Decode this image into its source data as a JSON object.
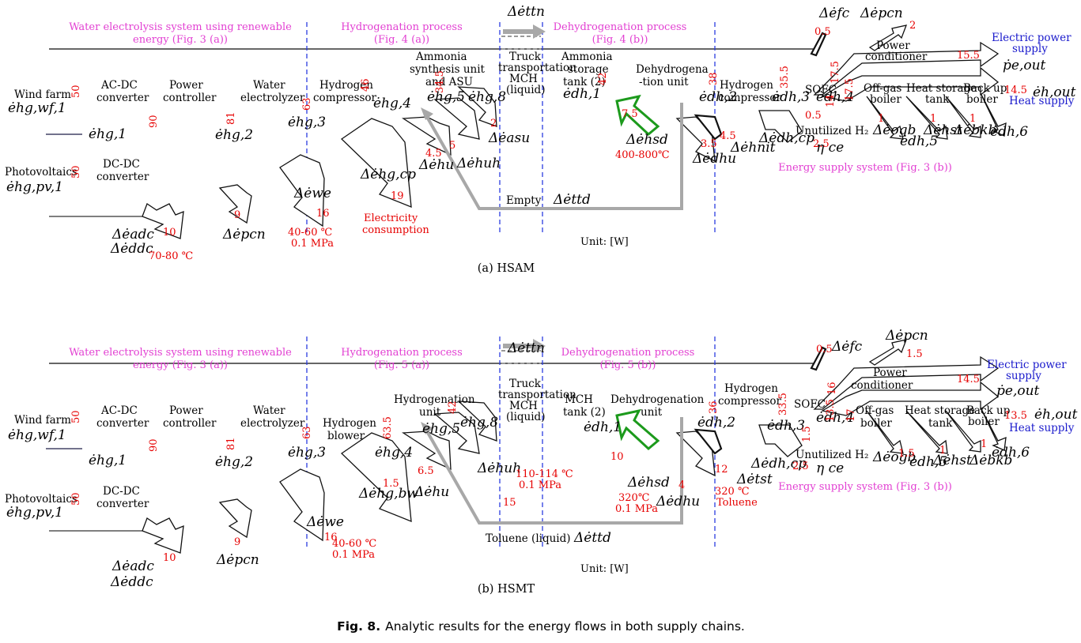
{
  "caption": {
    "fig_label": "Fig. 8.",
    "text": "Analytic results for the energy flows in both supply chains."
  },
  "unit_label": "Unit: [W]",
  "panel_a": {
    "label": "(a) HSAM",
    "sections": {
      "water_l1": "Water electrolysis system using renewable",
      "water_l2": "energy (Fig. 3 (a))",
      "hydro_l1": "Hydrogenation process",
      "hydro_l2": "(Fig. 4 (a))",
      "dehydro_l1": "Dehydrogenation process",
      "dehydro_l2": "(Fig. 4 (b))",
      "energy": "Energy supply system (Fig. 3 (b))"
    },
    "components": {
      "wind_farm": "Wind farm",
      "acdc_l1": "AC-DC",
      "acdc_l2": "converter",
      "power_ctrl_l1": "Power",
      "power_ctrl_l2": "controller",
      "water_el_l1": "Water",
      "water_el_l2": "electrolyzer",
      "pv": "Photovoltaics",
      "dcdc_l1": "DC-DC",
      "dcdc_l2": "converter",
      "h2comp_l1": "Hydrogen",
      "h2comp_l2": "compressor",
      "synth_l1": "Ammonia",
      "synth_l2": "synthesis unit",
      "synth_l3": "and ASU",
      "truck_l1": "Truck",
      "truck_l2": "transportation",
      "truck_l3": "MCH",
      "truck_l4": "(liquid)",
      "storage_l1": "Ammonia",
      "storage_l2": "storage",
      "storage_l3": "tank (2)",
      "dehydro_l1": "Dehydrogena",
      "dehydro_l2": "-tion unit",
      "h2comp2_l1": "Hydrogen",
      "h2comp2_l2": "compressor",
      "sofc": "SOFC",
      "power_cond_l1": "Power",
      "power_cond_l2": "conditioner",
      "offgas_l1": "Off-gas",
      "offgas_l2": "boiler",
      "heat_storage_l1": "Heat storage",
      "heat_storage_l2": "tank",
      "backup_l1": "Back up",
      "backup_l2": "boiler",
      "elec_l1": "Electric power",
      "elec_l2": "supply",
      "heat": "Heat supply",
      "unutilized": "Unutilized H₂",
      "empty": "Empty",
      "electricity_l1": "Electricity",
      "electricity_l2": "consumption"
    },
    "symbols": {
      "ttn": "Δėttn",
      "fc": "Δėfc",
      "pcn_top": "Δėpcn",
      "hg_wf1": "ėhg,wf,1",
      "hg1": "ėhg,1",
      "hg2": "ėhg,2",
      "hg3": "ėhg,3",
      "hg4": "ėhg,4",
      "hg5": "ėhg,5",
      "hg8": "ėhg,8",
      "dh1": "ėdh,1",
      "dh2": "ėdh,2",
      "dh3": "ėdh,3",
      "dh4": "ėdh,4",
      "dh5": "ėdh,5",
      "dh6": "ėdh,6",
      "hg_pv1": "ėhg,pv,1",
      "adc": "Δėadc",
      "ddc": "Δėddc",
      "pcn": "Δėpcn",
      "we": "Δėwe",
      "hgcp": "Δėhg,cp",
      "hu": "Δėhu",
      "huh": "Δėhuh",
      "asu": "Δėasu",
      "hsd": "Δėhsd",
      "dhu": "Δėdhu",
      "hnit": "Δėhnit",
      "dhcp": "Δėdh,cp",
      "ogb": "Δėogb",
      "hst": "Δėhst",
      "bkb": "Δėbkb",
      "ttd": "Δėttd",
      "pe_out": "ṗe,out",
      "eh_out": "ėh,out",
      "eta": "η ce"
    },
    "values": {
      "v50a": "50",
      "v90": "90",
      "v81": "81",
      "v63": "63",
      "v46": "46",
      "v34_5": "34.5",
      "v42": "42",
      "v38": "38",
      "v35_5": "35.5",
      "v17_5a": "17.5",
      "v14": "14",
      "v17_5b": "17.5",
      "v50b": "50",
      "v10": "10",
      "v9": "9",
      "v16": "16",
      "v19": "19",
      "v4_5a": "4.5",
      "v5": "5",
      "v2a": "2",
      "v7_5": "7.5",
      "v3_5": "3.5",
      "v0_5": "0.5",
      "v2_5": "2.5",
      "v1a": "1",
      "v1b": "1",
      "v1c": "1",
      "v15_5": "15.5",
      "v14_5": "14.5",
      "v0_5b": "0.5",
      "v2b": "2",
      "v4_5b": "4.5"
    },
    "conditions": {
      "c70_80": "70-80 ℃",
      "c40_60": "40-60 ℃",
      "c01": "0.1 MPa",
      "c400_800": "400-800℃"
    }
  },
  "panel_b": {
    "label": "(b) HSMT",
    "sections": {
      "water_l1": "Water electrolysis system using renewable",
      "water_l2": "energy (Fig. 3 (a))",
      "hydro_l1": "Hydrogenation process",
      "hydro_l2": "(Fig. 5 (a))",
      "dehydro_l1": "Dehydrogenation process",
      "dehydro_l2": "(Fig. 5 (b))",
      "energy": "Energy supply system (Fig. 3 (b))"
    },
    "components": {
      "wind_farm": "Wind farm",
      "acdc_l1": "AC-DC",
      "acdc_l2": "converter",
      "power_ctrl_l1": "Power",
      "power_ctrl_l2": "controller",
      "water_el_l1": "Water",
      "water_el_l2": "electrolyzer",
      "pv": "Photovoltaics",
      "dcdc_l1": "DC-DC",
      "dcdc_l2": "converter",
      "blower_l1": "Hydrogen",
      "blower_l2": "blower",
      "hunit_l1": "Hydrogenation",
      "hunit_l2": "unit",
      "truck_l1": "Truck",
      "truck_l2": "transportation",
      "truck_l3": "MCH",
      "truck_l4": "(liquid)",
      "mch_l1": "MCH",
      "mch_l2": "tank (2)",
      "dehydro_l1": "Dehydrogenation",
      "dehydro_l2": "unit",
      "h2comp2_l1": "Hydrogen",
      "h2comp2_l2": "compressor",
      "sofc": "SOFC",
      "power_cond_l1": "Power",
      "power_cond_l2": "conditioner",
      "offgas_l1": "Off-gas",
      "offgas_l2": "boiler",
      "heat_storage_l1": "Heat storage",
      "heat_storage_l2": "tank",
      "backup_l1": "Back up",
      "backup_l2": "boiler",
      "elec_l1": "Electric power",
      "elec_l2": "supply",
      "heat": "Heat supply",
      "unutilized": "Unutilized H₂",
      "toluene_liquid": "Toluene (liquid)",
      "toluene": "Toluene"
    },
    "symbols": {
      "ttn": "Δėttn",
      "fc": "Δėfc",
      "pcn_top": "Δėpcn",
      "hg_wf1": "ėhg,wf,1",
      "hg1": "ėhg,1",
      "hg2": "ėhg,2",
      "hg3": "ėhg,3",
      "hg4": "ėhg,4",
      "hg5": "ėhg,5",
      "hg8": "ėhg,8",
      "dh1": "ėdh,1",
      "dh2": "ėdh,2",
      "dh3": "ėdh,3",
      "dh4": "ėdh,4",
      "dh5": "ėdh,5",
      "dh6": "ėdh,6",
      "hg_pv1": "ėhg,pv,1",
      "adc": "Δėadc",
      "ddc": "Δėddc",
      "pcn": "Δėpcn",
      "we": "Δėwe",
      "hgbw": "Δėhg,bw",
      "hu": "Δėhu",
      "huh": "Δėhuh",
      "hsd": "Δėhsd",
      "dhu": "Δėdhu",
      "tst": "Δėtst",
      "dhcp": "Δėdh,cp",
      "ogb": "Δėogb",
      "hst": "Δėhst",
      "bkb": "Δėbkb",
      "ttd": "Δėttd",
      "pe_out": "ṗe,out",
      "eh_out": "ėh,out",
      "eta": "η ce"
    },
    "values": {
      "v50a": "50",
      "v90": "90",
      "v81": "81",
      "v63": "63",
      "v63_5": "63.5",
      "v42": "42",
      "v36": "36",
      "v33_5": "33.5",
      "v16": "16",
      "v13_5": "13.5",
      "v17": "17",
      "v1_5a": "1.5",
      "v50b": "50",
      "v10a": "10",
      "v9": "9",
      "v16b": "16",
      "v1_5b": "1.5",
      "v6_5": "6.5",
      "v15": "15",
      "v10b": "10",
      "v4": "4",
      "v12": "12",
      "v0_5": "0.5",
      "v1_5c": "1.5",
      "v2_5": "2.5",
      "v1_5d": "1.5",
      "v1a": "1",
      "v1b": "1",
      "v14_5": "14.5",
      "v13_5b": "13.5"
    },
    "conditions": {
      "c40_60": "40-60 ℃",
      "c01a": "0.1 MPa",
      "c110": "110-114 ℃",
      "c01b": "0.1 MPa",
      "c320a": "320℃",
      "c01c": "0.1 MPa",
      "c320b": "320 ℃"
    }
  }
}
